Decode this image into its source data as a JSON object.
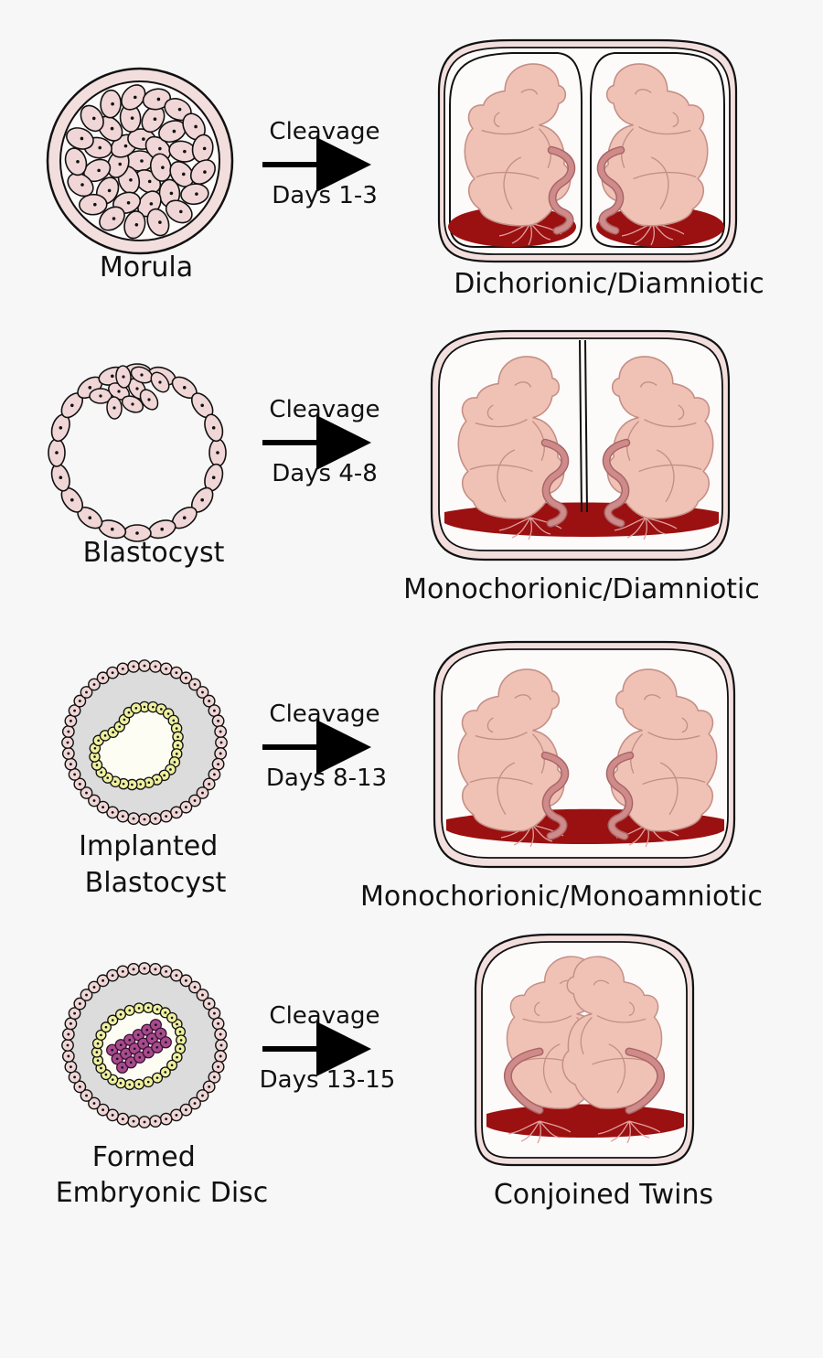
{
  "rows": [
    {
      "stage_label_lines": [
        "Morula"
      ],
      "arrow_top": "Cleavage",
      "arrow_bottom": "Days 1-3",
      "result_label": "Dichorionic/Diamniotic"
    },
    {
      "stage_label_lines": [
        "Blastocyst"
      ],
      "arrow_top": "Cleavage",
      "arrow_bottom": "Days 4-8",
      "result_label": "Monochorionic/Diamniotic"
    },
    {
      "stage_label_lines": [
        "Implanted",
        "Blastocyst"
      ],
      "arrow_top": "Cleavage",
      "arrow_bottom": "Days 8-13",
      "result_label": "Monochorionic/Monoamniotic"
    },
    {
      "stage_label_lines": [
        "Formed",
        "Embryonic Disc"
      ],
      "arrow_top": "Cleavage",
      "arrow_bottom": "Days 13-15",
      "result_label": "Conjoined Twins"
    }
  ],
  "colors": {
    "background": "#f7f7f7",
    "cell_fill": "#f0d6d6",
    "membrane_fill": "#f3dede",
    "fetus_fill": "#f0c2b5",
    "placenta": "#9b1010",
    "cord": "#c98080",
    "embryoblast_yellow": "#eef0a0",
    "embryonic_disc": "#a84a8e",
    "implant_gray": "#d9d9d9"
  }
}
